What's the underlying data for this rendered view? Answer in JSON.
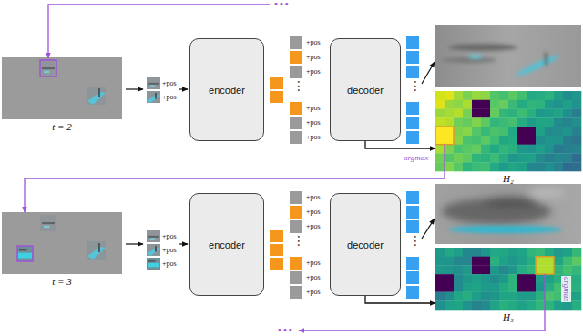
{
  "diagram": {
    "nodes": [
      {
        "text": [
          "t = 2"
        ]
      },
      {
        "text": [
          "encoder"
        ]
      },
      {
        "text": [
          "decoder"
        ]
      },
      {
        "text": [
          "H₂"
        ]
      },
      {
        "text": [
          "t = 3"
        ]
      },
      {
        "text": [
          "encoder"
        ]
      },
      {
        "text": [
          "decoder"
        ]
      },
      {
        "text": [
          "H₃"
        ]
      }
    ],
    "edges": [
      {
        "from": 2,
        "to": 3,
        "arrow": "to"
      },
      {
        "from": 3,
        "to": 4,
        "arrow": "to"
      },
      {
        "from": 6,
        "to": 7,
        "arrow": "to"
      }
    ],
    "labels": [
      "•••",
      "+pos",
      "+pos",
      "+pos",
      "+pos",
      "+pos",
      "⋮",
      "+pos",
      "+pos",
      "+pos",
      "⋮",
      "argmax",
      "+pos",
      "+pos",
      "+pos",
      "+pos",
      "+pos",
      "+pos",
      "⋮",
      "+pos",
      "+pos",
      "+pos",
      "⋮",
      "argmax",
      "•••"
    ]
  }
}
